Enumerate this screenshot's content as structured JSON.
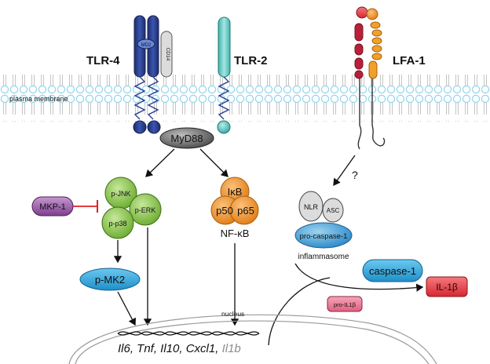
{
  "receptors": {
    "tlr4": "TLR-4",
    "md2": "MD2",
    "cd14": "CD14",
    "tlr2": "TLR-2",
    "lfa1": "LFA-1"
  },
  "membrane": {
    "label": "plasma membrane"
  },
  "adaptor": {
    "myd88": "MyD88"
  },
  "mapk": {
    "jnk": "p-JNK",
    "erk": "p-ERK",
    "p38": "p-p38",
    "mkp1": "MKP-1",
    "mk2": "p-MK2"
  },
  "nfkb": {
    "ikb": "IκB",
    "p50": "p50",
    "p65": "p65",
    "label": "NF-κB"
  },
  "inflammasome": {
    "question": "?",
    "nlr": "NLR",
    "asc": "ASC",
    "procaspase": "pro-caspase-1",
    "label": "inflammasome",
    "caspase": "caspase-1",
    "pro_il1b": "pro-IL1β",
    "il1b": "IL-1β"
  },
  "nucleus": {
    "label": "nucleus",
    "genes_main": "Il6, Tnf, Il10, Cxcl1,",
    "genes_grey": "Il1b"
  },
  "colors": {
    "tlr4": "#2a3f8f",
    "tlr2": "#5ec9c3",
    "membrane": "#8fd3ec",
    "mapk": "#8cc63f",
    "mkp1": "#9a5aa6",
    "mk2": "#29a8e0",
    "nfkb": "#f39223",
    "inflammasome": "#3a8fcf",
    "il1b": "#e8434a",
    "lfa1_red": "#b8203a",
    "lfa1_orange": "#f0a12c"
  }
}
